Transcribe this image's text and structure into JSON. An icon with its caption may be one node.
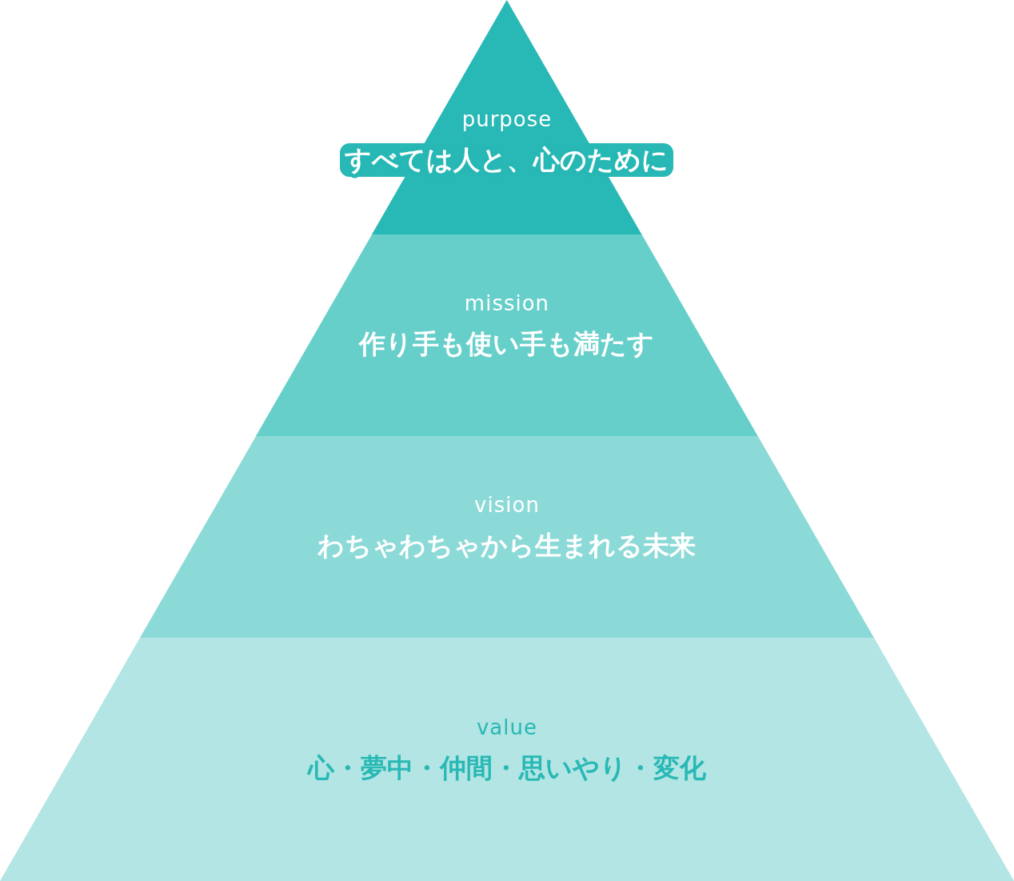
{
  "diagram": {
    "nodes": [
      {
        "text": [
          "purpose",
          "すべては人と、心のために"
        ]
      },
      {
        "text": [
          "mission",
          "作り手も使い手も満たす"
        ]
      },
      {
        "text": [
          "vision",
          "わちゃわちゃから生まれる未来"
        ]
      },
      {
        "text": [
          "value",
          "心・夢中・仲間・思いやり・変化"
        ]
      }
    ]
  }
}
